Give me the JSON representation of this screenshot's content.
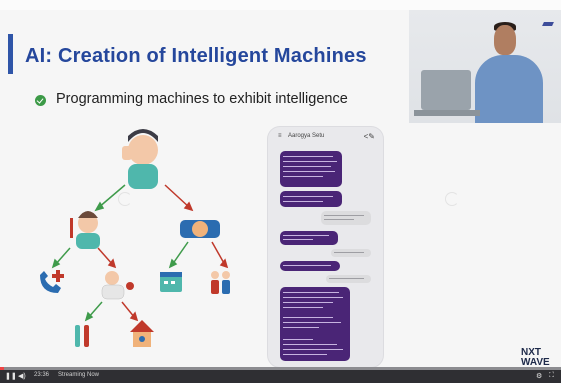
{
  "slide": {
    "title": "AI: Creation of Intelligent Machines",
    "bullet": "Programming machines to exhibit intelligence"
  },
  "phone": {
    "app_title": "Aarogya Setu",
    "menu_icon": "menu-icon",
    "share_icon": "share-icon",
    "messages": [
      {
        "from": "bot"
      },
      {
        "from": "bot"
      },
      {
        "from": "user"
      },
      {
        "from": "bot"
      },
      {
        "from": "user"
      },
      {
        "from": "bot"
      },
      {
        "from": "user"
      },
      {
        "from": "bot"
      }
    ]
  },
  "diagram": {
    "nodes": [
      "person-thinking-icon",
      "doctor-thermometer-icon",
      "handshake-icon",
      "phone-plus-icon",
      "doctor-patient-icon",
      "calendar-icon",
      "family-icon",
      "test-tubes-icon",
      "house-icon"
    ],
    "arrow_colors": {
      "green": "#3f9b4b",
      "red": "#c0392b"
    }
  },
  "player": {
    "time": "23:36",
    "status": "Streaming Now"
  },
  "brand": {
    "line1": "NXT",
    "line2": "WAVE"
  },
  "colors": {
    "title": "#25479c",
    "accent": "#2f55a8",
    "bullet": "#3c9a47",
    "bubble_bot": "#4a2576"
  }
}
